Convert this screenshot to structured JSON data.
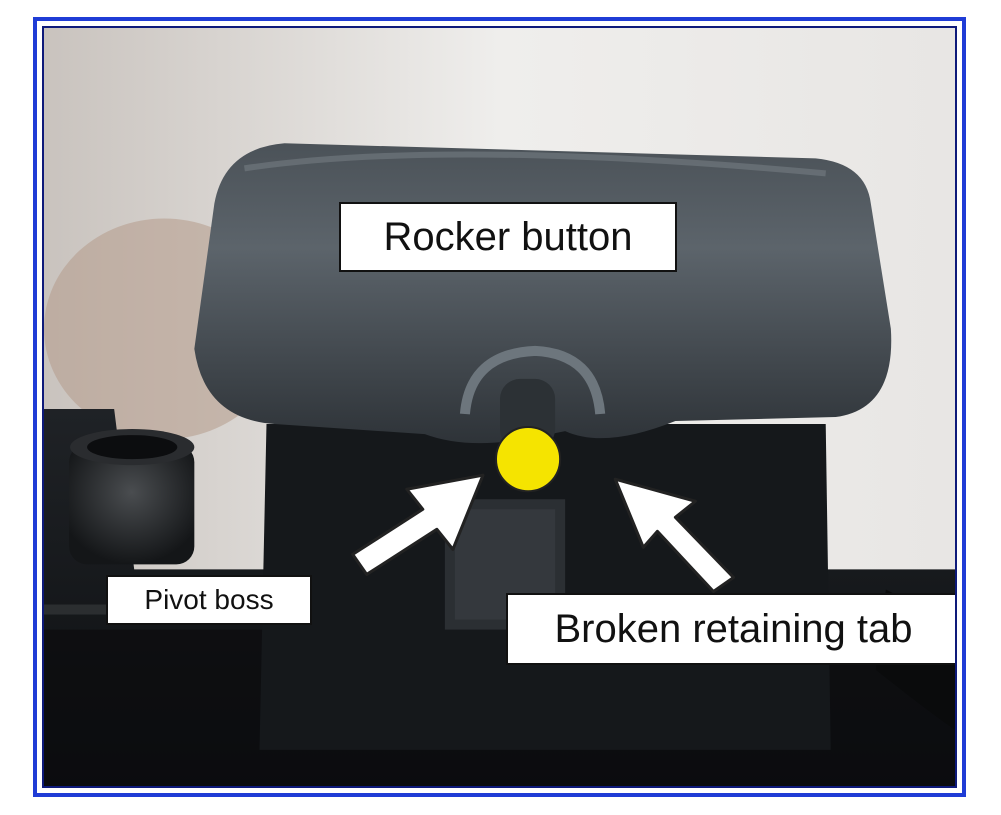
{
  "labels": {
    "rocker_button": "Rocker button",
    "pivot_boss": "Pivot boss",
    "broken_retaining_tab": "Broken retaining tab"
  },
  "colors": {
    "frame_border": "#1f3cd6",
    "marker_dot": "#f5e400",
    "arrow_fill": "#ffffff"
  }
}
